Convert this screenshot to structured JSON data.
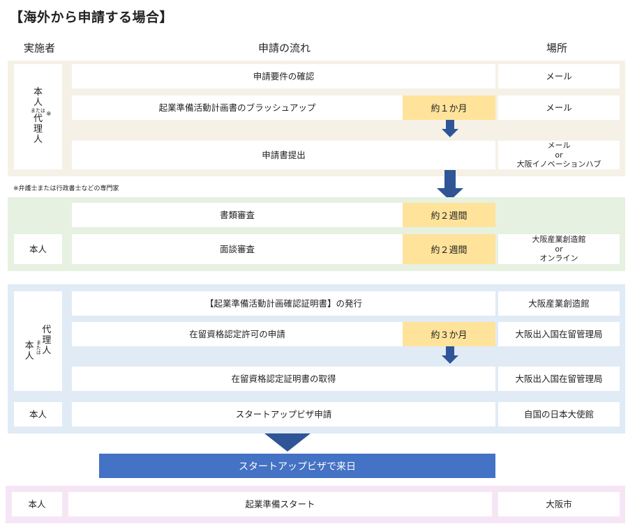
{
  "title": "【海外から申請する場合】",
  "headers": {
    "actor": "実施者",
    "flow": "申請の流れ",
    "place": "場所"
  },
  "colors": {
    "band1": "#f5f1e6",
    "band2": "#e6f1e1",
    "band3": "#e0ebf6",
    "band4": "#f6e6f5",
    "duration": "#ffe39a",
    "arrow": "#2f5597",
    "banner": "#4472c4"
  },
  "section1": {
    "actor_main": [
      "本",
      "人"
    ],
    "actor_or": "または",
    "actor_agent": [
      "代",
      "理",
      "人"
    ],
    "actor_mark": "※",
    "steps": [
      {
        "label": "申請要件の確認",
        "place": "メール"
      },
      {
        "label": "起業準備活動計画書のブラッシュアップ",
        "duration": "約１か月",
        "place": "メール"
      },
      {
        "label": "申請書提出",
        "place_line1": "メール",
        "place_or": "or",
        "place_line2": "大阪イノベーションハブ"
      }
    ],
    "footnote": "※弁護士または行政書士などの専門家"
  },
  "section2": {
    "actor": "本人",
    "steps": [
      {
        "label": "書類審査",
        "duration": "約２週間"
      },
      {
        "label": "面談審査",
        "duration": "約２週間",
        "place_line1": "大阪産業創造館",
        "place_or": "or",
        "place_line2": "オンライン"
      }
    ]
  },
  "section3": {
    "actor_main": [
      "本",
      "人"
    ],
    "actor_or": "または",
    "actor_agent": [
      "代",
      "理",
      "人"
    ],
    "actor_last": "本人",
    "steps": [
      {
        "label": "【起業準備活動計画確認証明書】の発行",
        "place": "大阪産業創造館"
      },
      {
        "label": "在留資格認定許可の申請",
        "duration": "約３か月",
        "place": "大阪出入国在留管理局"
      },
      {
        "label": "在留資格認定証明書の取得",
        "place": "大阪出入国在留管理局"
      },
      {
        "label": "スタートアップビザ申請",
        "place": "自国の日本大使館"
      }
    ]
  },
  "banner": "スタートアップビザで来日",
  "section4": {
    "actor": "本人",
    "step": "起業準備スタート",
    "place": "大阪市"
  }
}
